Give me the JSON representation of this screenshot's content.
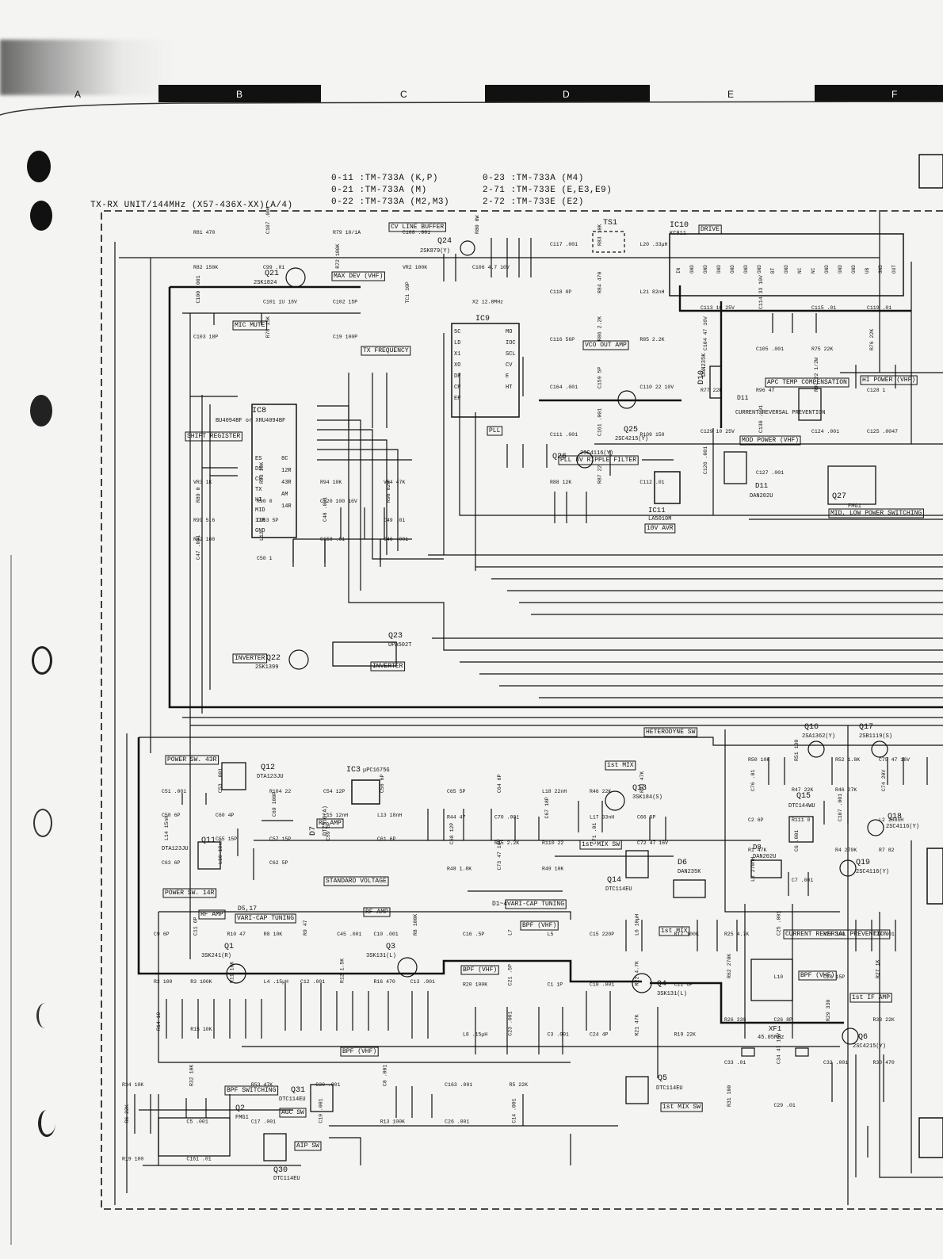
{
  "columns": [
    "A",
    "B",
    "C",
    "D",
    "E",
    "F"
  ],
  "variants": [
    "0-11  :TM-733A (K,P)",
    "0-21  :TM-733A (M)",
    "0-22  :TM-733A (M2,M3)",
    "0-23  :TM-733A (M4)",
    "2-71  :TM-733E (E,E3,E9)",
    "2-72  :TM-733E (E2)"
  ],
  "unit_title": "TX-RX UNIT/144MHz (X57-436X-XX)(A/4)",
  "boxes": {
    "cv_buffer": "CV LINE BUFFER",
    "max_dev": "MAX DEV (VHF)",
    "mic_mute": "MIC MUTE",
    "tx_freq": "TX FREQUENCY",
    "shift_reg": "SHIFT REGISTER",
    "inverter1": "INVERTER",
    "inverter2": "INVERTER",
    "pll": "PLL",
    "vco_amp": "VCO OUT AMP",
    "pll_filter": "PLL 8V RIPPLE FILTER",
    "avr": "10V AVR",
    "drive": "DRIVE",
    "apc": "APC TEMP COMPENSATION",
    "hi_power": "HI POWER (VHF)",
    "rev_prev": "CURRENT REVERSAL PREVENTION",
    "mod_power": "MOD POWER (VHF)",
    "mid_low": "MID, LOW POWER SWITCHING",
    "heterodyne": "HETERODYNE SW",
    "power_sw_43r": "POWER SW. 43R",
    "power_sw_14r": "POWER SW. 14R",
    "rf_amp1": "RF AMP",
    "rf_amp2": "RF AMP",
    "rf_amp3": "RF AMP",
    "first_mix": "1st MIX",
    "first_mix_sw": "1st MIX SW",
    "std_voltage": "STANDARD VOLTAGE",
    "varicap1": "VARI-CAP TUNING",
    "varicap2": "VARI-CAP TUNING",
    "bpf1": "BPF (VHF)",
    "bpf2": "BPF (VHF)",
    "bpf3": "BPF (VHF)",
    "bpf4": "BPF (VHF)",
    "rev_prev2": "CURRENT REVERSAL PREVENTION",
    "first_if": "1st IF AMP",
    "bpf_sw": "BPF SWITCHING",
    "agc_sw": "AGC SW",
    "aip_sw": "AIP SW",
    "first_mix_sw2": "1st MIX SW",
    "first_mix2": "1st MIX"
  },
  "parts": {
    "ic9": "IC9",
    "ic8": "IC8",
    "ic8_type": "BU4094BF or XRU4094BF",
    "ic10": "IC10",
    "ic10_type": "KC811",
    "ic11": "IC11",
    "ic11_type": "LA5010M",
    "ic3": "IC3",
    "ic3_type": "μPC1675G",
    "q24": "Q24",
    "q24_type": "2SK879(Y)",
    "q21": "Q21",
    "q21_type": "2SK1824",
    "q22": "Q22",
    "q22_type": "2SK1399",
    "q23": "Q23",
    "q23_type": "UPA502T",
    "q25": "Q25",
    "q25_type": "2SC4215(Y)",
    "q26": "Q26",
    "q26_type": "2SC4116(Y)",
    "q27": "Q27",
    "q27_type": "FMG1",
    "q12": "Q12",
    "q12_type": "DTA123JU",
    "q11": "Q11",
    "q11_type": "DTA123JU",
    "q13": "Q13",
    "q13_type": "3SK184(S)",
    "q14": "Q14",
    "q14_type": "DTC114EU",
    "q15": "Q15",
    "q15_type": "DTC144WU",
    "q16": "Q16",
    "q16_type": "2SA1362(Y)",
    "q17": "Q17",
    "q17_type": "2SB1119(S)",
    "q18": "Q18",
    "q18_type": "2SC4116(Y)",
    "q19": "Q19",
    "q19_type": "2SC4116(Y)",
    "q1": "Q1",
    "q1_type": "3SK241(R)",
    "q3": "Q3",
    "q3_type": "3SK131(L)",
    "q4": "Q4",
    "q4_type": "3SK131(L)",
    "q5": "Q5",
    "q5_type": "DTC114EU",
    "q6": "Q6",
    "q6_type": "2SC4215(Y)",
    "q2": "Q2",
    "q2_type": "FMG1",
    "q30": "Q30",
    "q30_type": "DTC114EU",
    "q31": "Q31",
    "q31_type": "DTC114EU",
    "d10": "D10",
    "d10_type": "DAN235K",
    "d11": "D11",
    "d11_type": "DAN202U",
    "d6": "D6",
    "d6_type": "DAN235K",
    "d8": "D8",
    "d8_type": "DAN202U",
    "d7": "D7",
    "d7_type": "DTZ5.6(A)",
    "xf1": "XF1",
    "xf1_type": "45.05MHz",
    "ts1": "TS1",
    "d5_17": "D5,17",
    "d1_4": "D1~4"
  },
  "ic9_pins_left": [
    "5C",
    "LD",
    "X1",
    "XO",
    "DP",
    "CP",
    "EP"
  ],
  "ic9_pins_right": [
    "MO",
    "IOC",
    "SCL",
    "CV",
    "E",
    "HT"
  ],
  "ic8_pins_left": [
    "ES",
    "DS",
    "CS",
    "TX",
    "HI",
    "MID",
    "11R",
    "GND"
  ],
  "ic8_pins_right": [
    "8C",
    "12R",
    "43R",
    "AM",
    "14R"
  ],
  "ic10_pins": [
    "IN",
    "GND",
    "GND",
    "GND",
    "GND",
    "GND",
    "GND",
    "BT",
    "GND",
    "NC",
    "NC",
    "GND",
    "GND",
    "GND",
    "UB",
    "GND",
    "OUT"
  ],
  "components": [
    "R81 470",
    "C107 .001",
    "R79 10/1A",
    "C108 .001",
    "R80 8W",
    "R82 150K",
    "C99 .01",
    "R72 180K",
    "VR2 100K",
    "C106 4.7 10V",
    "C100 .001",
    "C101 1U 16V",
    "C102 15P",
    "TC1 10P",
    "X2 12.8MHz",
    "C103 18P",
    "R78 15K",
    "C19 100P",
    "C117 .001",
    "R83 10K",
    "L20 .33μH",
    "C118 0P",
    "R84 470",
    "L21 82nH",
    "C116 56P",
    "R86 2.2K",
    "R85 2.2K",
    "C164 .001",
    "C159 5P",
    "C110 22 10V",
    "C111 .001",
    "C161 .001",
    "R109 150",
    "R88 12K",
    "R87 22",
    "C112 .01",
    "C113 10 25V",
    "C114 33 10V",
    "C115 .01",
    "C119 .01",
    "C104 47 16V",
    "C105 .001",
    "R75 22K",
    "R76 22K",
    "R77 22K",
    "R96 47",
    "R97 22 1/2W",
    "C128 1",
    "C129 10 25V",
    "C130 .001",
    "C124 .001",
    "C125 .0047",
    "C126 .001",
    "C127 .001",
    "VR3 1K",
    "R93 10K",
    "R94 10K",
    "VR4 47K",
    "R89 0",
    "R90 0",
    "C120 100 16V",
    "R98 820",
    "R99 5.6",
    "C153 5P",
    "C48 .001",
    "C49 .01",
    "R42 100",
    "L12",
    "C158 .01",
    "C46 .001",
    "C47 .001",
    "C50 1",
    "C51 .001",
    "C53 .001",
    "R104 22",
    "C54 12P",
    "C56 6P",
    "C58 6P",
    "C60 4P",
    "C69 100P",
    "L15 12nH",
    "L13 18nH",
    "L14 15nH",
    "C55 15P",
    "C57 15P",
    "C59 6P",
    "C61 6P",
    "C63 6P",
    "L16 10nH",
    "C62 5P",
    "C65 5P",
    "C64 6P",
    "L18 22nH",
    "R46 22K",
    "R43 47K",
    "R44 47",
    "C70 .001",
    "C67 18P",
    "L17 33nH",
    "C66 5P",
    "C68 12P",
    "R45 2.2K",
    "R110 22",
    "C71 .01",
    "C72 47 16V",
    "R48 1.8K",
    "C73 47 16V",
    "R49 10K",
    "R50 10K",
    "R51 100",
    "R52 1.8K",
    "C75 47 16V",
    "C76 .01",
    "R47 22K",
    "R46 27K",
    "C74 20V",
    "C2 6P",
    "R111 0",
    "C107 .001",
    "L2 180nH",
    "R1 47K",
    "C6 .001",
    "R4 270K",
    "R7 82",
    "L3 270nH",
    "C7 .001",
    "C9 6P",
    "C11 6P",
    "R10 47",
    "R8 10K",
    "R9 47",
    "C45 .001",
    "C10 .001",
    "R8 100K",
    "R2 100",
    "R3 100K",
    "R11 10K",
    "L4 .15μH",
    "C12 .001",
    "R12 1.5K",
    "R16 470",
    "C13 .001",
    "R14 10",
    "R15 10K",
    "C16 .5P",
    "L7",
    "L5",
    "C15 220P",
    "L6 10μH",
    "R17 100K",
    "R20 100K",
    "C21 .5P",
    "C1 1P",
    "C18 .001",
    "R22 4.7K",
    "C22 6P",
    "L8 .15μH",
    "C23 .001",
    "C3 .001",
    "C24 4P",
    "R21 47K",
    "R19 22K",
    "R25 4.7K",
    "C25 .001",
    "R28 100",
    "C27 .01",
    "R62 270K",
    "L10",
    "C20 15P",
    "R27 1K",
    "R26 330",
    "C26 8P",
    "R29 330",
    "R33 22K",
    "C33 .01",
    "C34 47 16V",
    "C32 .001",
    "R30 470",
    "R31 100",
    "C29 .01",
    "R34 10K",
    "R32 10K",
    "R53 47K",
    "C30 .001",
    "C8 .001",
    "C163 .001",
    "R5 22K",
    "R6 22K",
    "C5 .001",
    "C17 .001",
    "C19 .001",
    "R13 100K",
    "C26 .001",
    "C14 .001",
    "R19 100",
    "C161 .01"
  ]
}
